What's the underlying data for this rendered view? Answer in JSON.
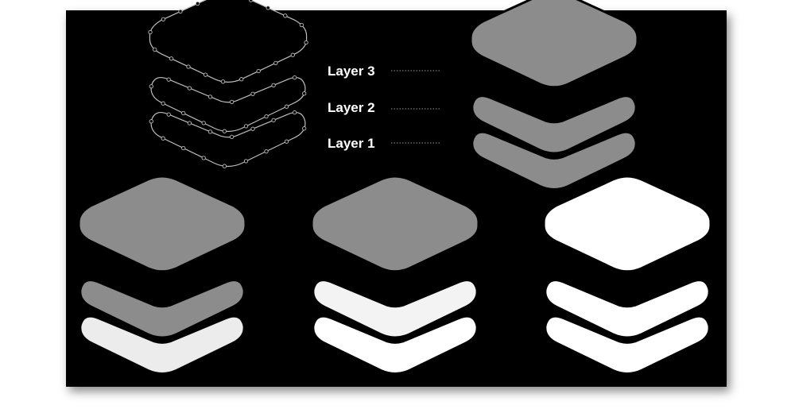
{
  "diagram": {
    "background": "#000000",
    "page_background": "#ffffff",
    "labels": [
      {
        "text": "Layer 3"
      },
      {
        "text": "Layer 2"
      },
      {
        "text": "Layer 1"
      }
    ],
    "label_color": "#ffffff",
    "leader_color": "#9a9a9a",
    "outline_color": "#bdbdbd",
    "node_fill": "#000000",
    "stacks": [
      {
        "variant": "outline-construction",
        "layers": [
          "outline",
          "outline",
          "outline"
        ]
      },
      {
        "variant": "all-gray",
        "fills": [
          "#8c8c8c",
          "#8c8c8c",
          "#8c8c8c"
        ]
      },
      {
        "variant": "gray-gray-light",
        "fills": [
          "#8c8c8c",
          "#8c8c8c",
          "#ececec"
        ]
      },
      {
        "variant": "gray-white-white",
        "fills": [
          "#8c8c8c",
          "#f3f3f3",
          "#ffffff"
        ]
      },
      {
        "variant": "all-white",
        "fills": [
          "#ffffff",
          "#ffffff",
          "#ffffff"
        ]
      }
    ]
  }
}
